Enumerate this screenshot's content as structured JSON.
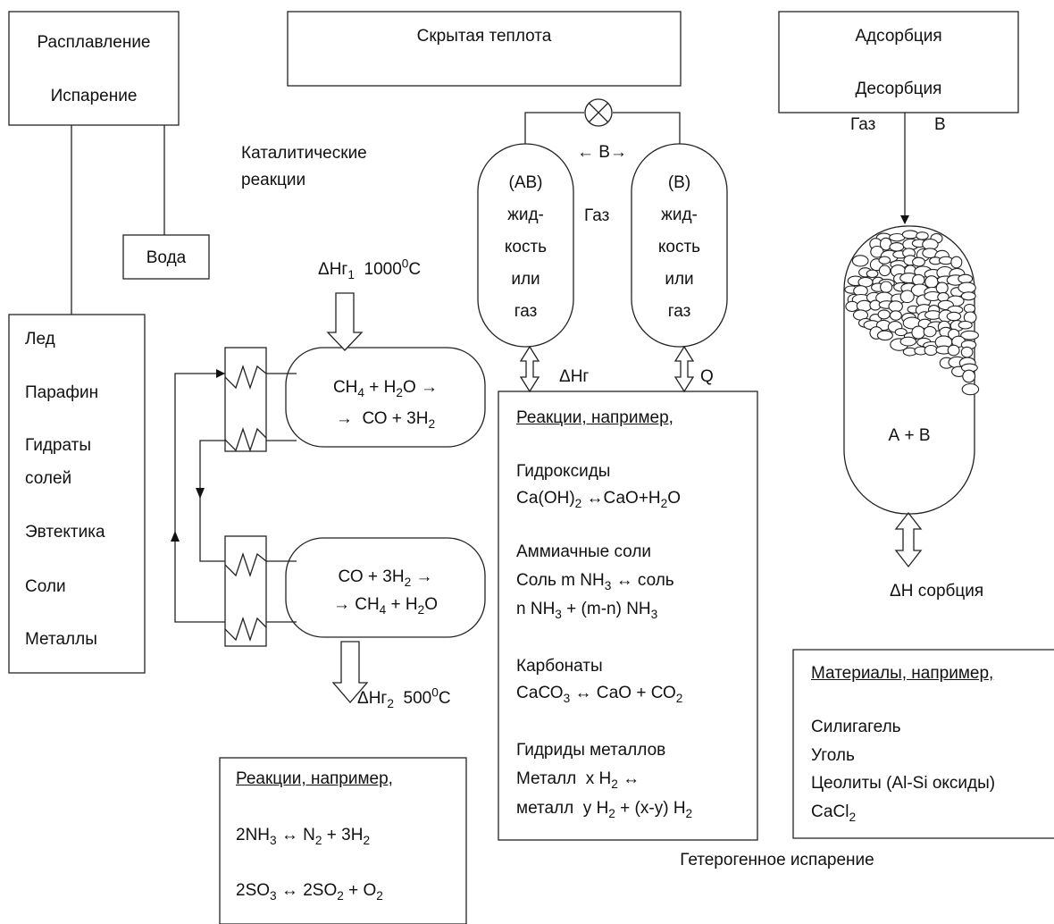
{
  "phase_change": {
    "top_lines": [
      "Расплавление",
      "Испарение"
    ],
    "water": "Вода",
    "materials": [
      "Лед",
      "Парафин",
      "Гидраты",
      "солей",
      "Эвтектика",
      "Соли",
      "Металлы"
    ]
  },
  "latent_heat": {
    "title": "Скрытая теплота"
  },
  "adsorption": {
    "lines": [
      "Адсорбция",
      "Десорбция"
    ],
    "gas": "Газ",
    "b": "В"
  },
  "catalytic": {
    "title_lines": [
      "Каталитические",
      "реакции"
    ],
    "dh_in": "ΔНг<sub>1</sub>&nbsp; 1000<sup>0</sup>С",
    "dh_out": "ΔНг<sub>2</sub>&nbsp; 500<sup>0</sup>С",
    "reactor1": [
      "СН<sub>4</sub> + Н<sub>2</sub>О →",
      "→&nbsp; СО + 3Н<sub>2</sub>"
    ],
    "reactor2": [
      "СО + 3Н<sub>2</sub> →",
      "→ СН<sub>4</sub> + Н<sub>2</sub>О"
    ],
    "examples_title": "Реакции, например,",
    "examples": [
      "2NН<sub>3</sub> ↔ N<sub>2</sub> + 3Н<sub>2</sub>",
      "2SО<sub>3</sub> ↔ 2SО<sub>2</sub> + О<sub>2</sub>"
    ]
  },
  "hetero": {
    "vessel_left": [
      "(АВ)",
      "жид-",
      "кость",
      "или",
      "газ"
    ],
    "vessel_right": [
      "(В)",
      "жид-",
      "кость",
      "или",
      "газ"
    ],
    "gas": "Газ",
    "b_arrow": "← В→",
    "dh": "ΔНг",
    "q": "Q",
    "reactions_title": "Реакции, например,",
    "groups": [
      {
        "name": "Гидроксиды",
        "lines": [
          "Са(ОН)<sub>2</sub> ↔СаО+Н<sub>2</sub>О"
        ]
      },
      {
        "name": "Аммиачные соли",
        "lines": [
          "Соль m NН<sub>3</sub> ↔ соль",
          "n NН<sub>3</sub> + (m-n) NН<sub>3</sub>"
        ]
      },
      {
        "name": "Карбонаты",
        "lines": [
          "СаСО<sub>3</sub> ↔ СаО + СО<sub>2</sub>"
        ]
      },
      {
        "name": "Гидриды металлов",
        "lines": [
          "Металл&nbsp; x Н<sub>2</sub> ↔",
          "металл&nbsp; y Н<sub>2</sub> + (x-y) Н<sub>2</sub>"
        ]
      }
    ],
    "caption": "Гетерогенное испарение"
  },
  "sorption": {
    "vessel_label": "А + В",
    "dh": "ΔН сорбция",
    "materials_title": "Материалы, например,",
    "materials": [
      "Силигагель",
      "Уголь",
      "Цеолиты (Al-Si оксиды)",
      "СаCl<sub>2</sub>"
    ]
  }
}
